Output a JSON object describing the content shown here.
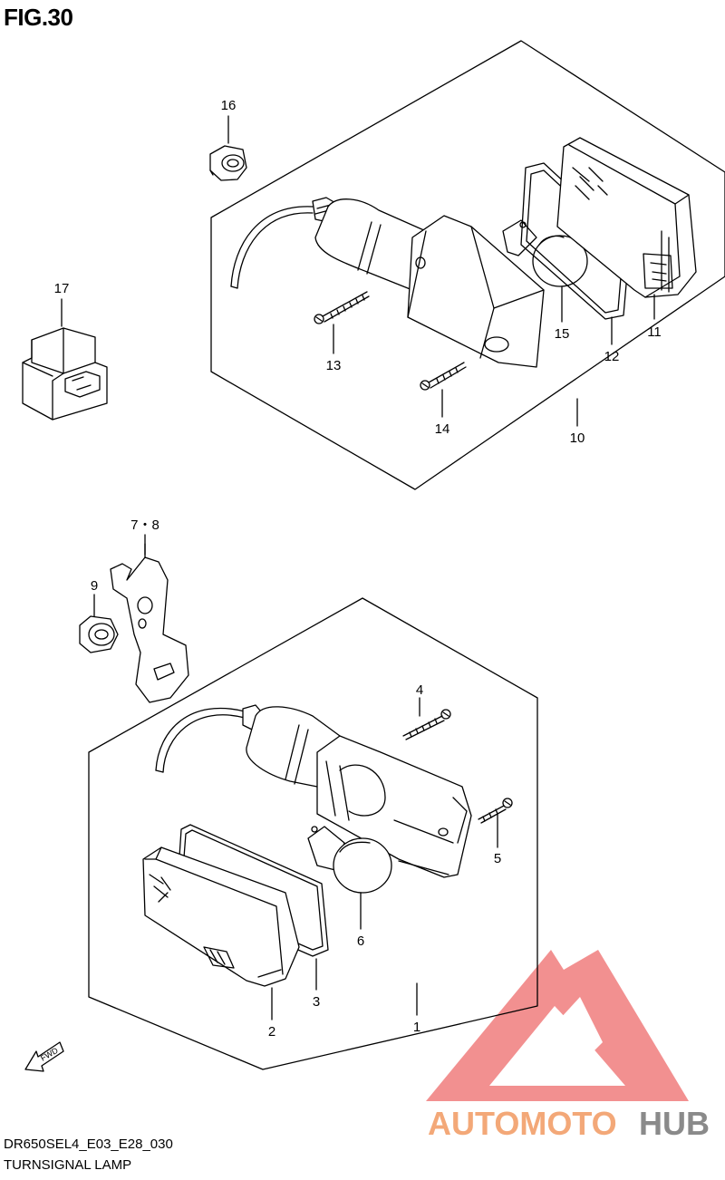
{
  "figure_title": "FIG.30",
  "model_code": "DR650SEL4_E03_E28_030",
  "section_name": "TURNSIGNAL LAMP",
  "fwd_badge": "FWD",
  "watermark": {
    "text_main": "AUTOMOTO",
    "text_accent": "HUB",
    "main_color": "#f3a878",
    "accent_color": "#8a8a8a",
    "logo_color": "#ee6b6b"
  },
  "callouts": {
    "c1": "1",
    "c2": "2",
    "c3": "3",
    "c4": "4",
    "c5": "5",
    "c6": "6",
    "c78": "7・8",
    "c9": "9",
    "c10": "10",
    "c11": "11",
    "c12": "12",
    "c13": "13",
    "c14": "14",
    "c15": "15",
    "c16": "16",
    "c17": "17"
  }
}
